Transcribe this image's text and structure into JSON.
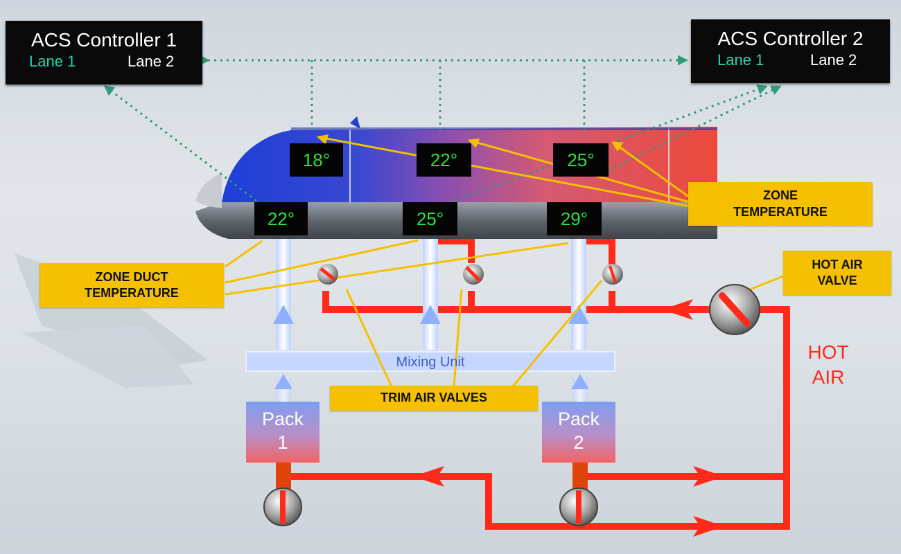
{
  "controllers": [
    {
      "title": "ACS Controller 1",
      "lane1": "Lane 1",
      "lane2": "Lane 2"
    },
    {
      "title": "ACS Controller 2",
      "lane1": "Lane 1",
      "lane2": "Lane 2"
    }
  ],
  "zone_temps": [
    "18°",
    "22°",
    "25°"
  ],
  "duct_temps": [
    "22°",
    "25°",
    "29°"
  ],
  "callouts": {
    "zone_temperature": "ZONE\nTEMPERATURE",
    "zone_duct_temperature": "ZONE DUCT\nTEMPERATURE",
    "hot_air_valve": "HOT AIR\nVALVE",
    "trim_air_valves": "TRIM AIR VALVES"
  },
  "mixing_unit": "Mixing Unit",
  "packs": [
    "Pack\n1",
    "Pack\n2"
  ],
  "hot_air_label": "HOT\nAIR",
  "colors": {
    "hot_air": "#ff2a1a",
    "callout": "#f5c000",
    "signal": "#2e9a78",
    "temp_text": "#2fe03a"
  }
}
